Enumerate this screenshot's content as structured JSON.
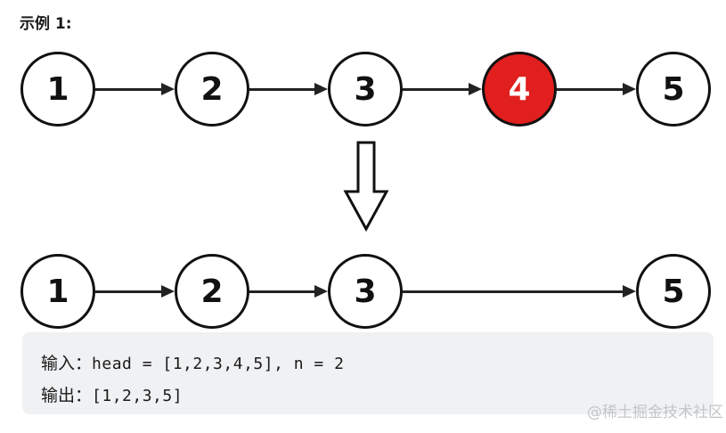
{
  "title": "示例 1:",
  "colors": {
    "highlight": "#e01f1e",
    "box_bg": "#f0f1f3",
    "watermark": "#c3c5c8",
    "ink": "#1a1a1a"
  },
  "before": {
    "description": "linked list before removal",
    "nodes": [
      {
        "label": "1",
        "highlighted": false
      },
      {
        "label": "2",
        "highlighted": false
      },
      {
        "label": "3",
        "highlighted": false
      },
      {
        "label": "4",
        "highlighted": true
      },
      {
        "label": "5",
        "highlighted": false
      }
    ]
  },
  "after": {
    "description": "linked list after removal",
    "nodes": [
      {
        "label": "1"
      },
      {
        "label": "2"
      },
      {
        "label": "3"
      },
      {
        "label": "5"
      }
    ]
  },
  "example_box": {
    "input_label": "输入：",
    "input_value": "head = [1,2,3,4,5], n = 2",
    "output_label": "输出：",
    "output_value": "[1,2,3,5]"
  },
  "watermark": "@稀土掘金技术社区"
}
